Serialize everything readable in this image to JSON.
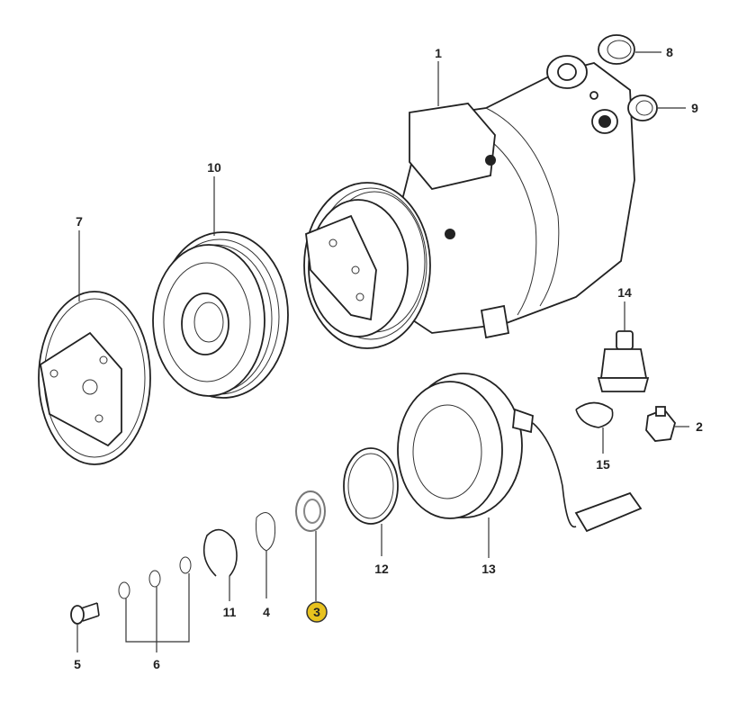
{
  "diagram": {
    "highlight_color": "#e8c21e",
    "parts": [
      {
        "id": "1",
        "label": "1"
      },
      {
        "id": "2",
        "label": "2"
      },
      {
        "id": "3",
        "label": "3",
        "highlighted": true
      },
      {
        "id": "4",
        "label": "4"
      },
      {
        "id": "5",
        "label": "5"
      },
      {
        "id": "6",
        "label": "6"
      },
      {
        "id": "7",
        "label": "7"
      },
      {
        "id": "8",
        "label": "8"
      },
      {
        "id": "9",
        "label": "9"
      },
      {
        "id": "10",
        "label": "10"
      },
      {
        "id": "11",
        "label": "11"
      },
      {
        "id": "12",
        "label": "12"
      },
      {
        "id": "13",
        "label": "13"
      },
      {
        "id": "14",
        "label": "14"
      },
      {
        "id": "15",
        "label": "15"
      }
    ]
  }
}
